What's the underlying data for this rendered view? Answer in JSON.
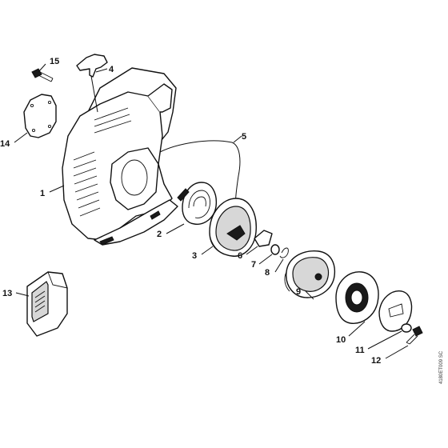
{
  "callouts": [
    {
      "id": "1",
      "text": "1"
    },
    {
      "id": "2",
      "text": "2"
    },
    {
      "id": "3",
      "text": "3"
    },
    {
      "id": "4",
      "text": "4"
    },
    {
      "id": "5",
      "text": "5"
    },
    {
      "id": "6",
      "text": "6"
    },
    {
      "id": "7",
      "text": "7"
    },
    {
      "id": "8",
      "text": "8"
    },
    {
      "id": "9",
      "text": "9"
    },
    {
      "id": "10",
      "text": "10"
    },
    {
      "id": "11",
      "text": "11"
    },
    {
      "id": "12",
      "text": "12"
    },
    {
      "id": "13",
      "text": "13"
    },
    {
      "id": "14",
      "text": "14"
    },
    {
      "id": "15",
      "text": "15"
    }
  ],
  "drawing_code": "4180ET009 SC"
}
